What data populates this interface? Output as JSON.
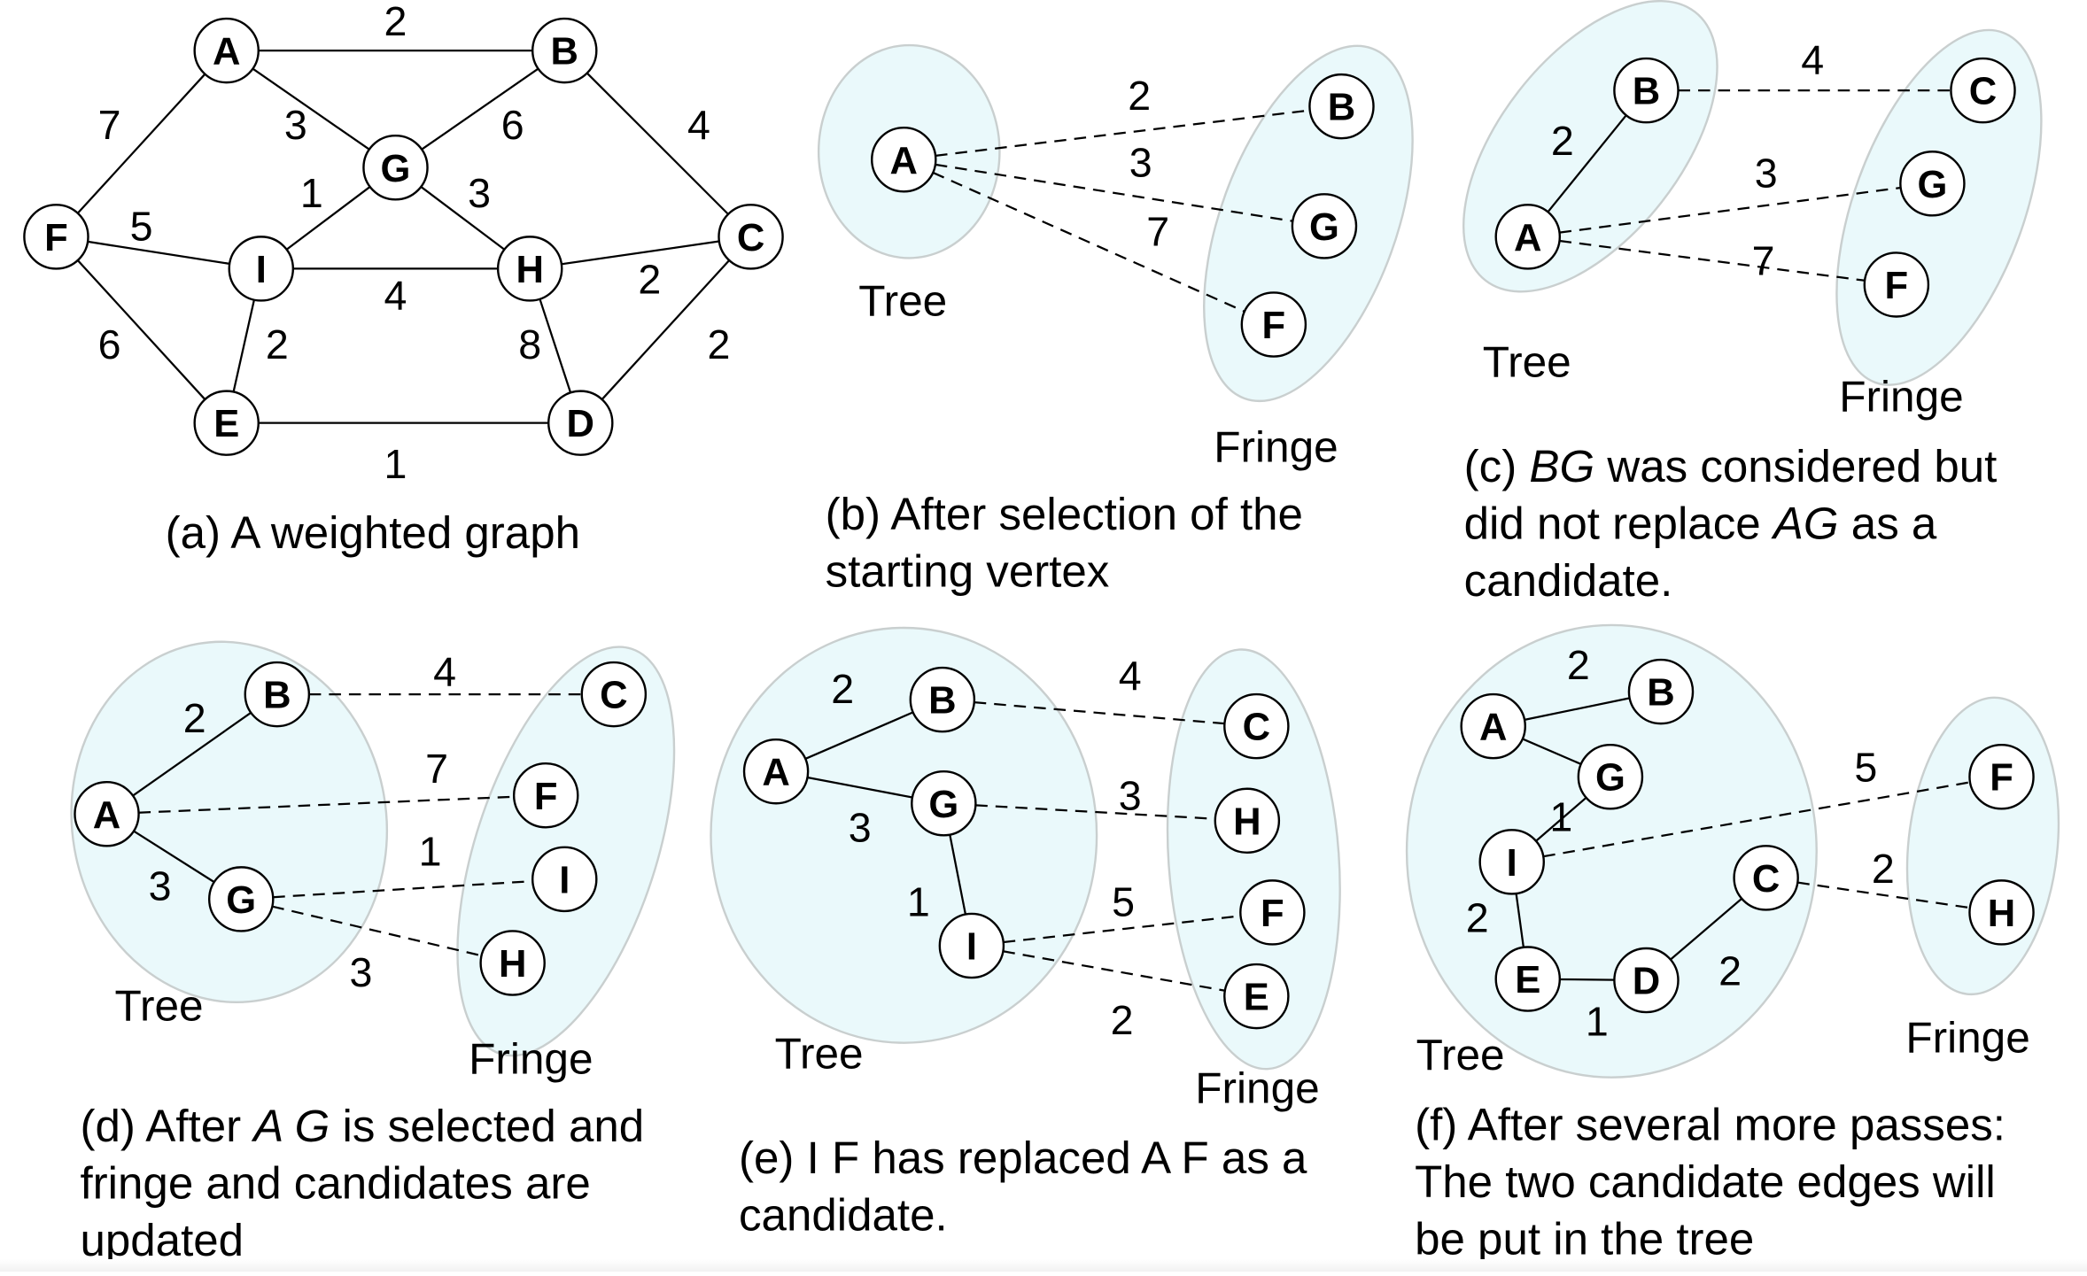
{
  "figure": {
    "panels": [
      {
        "id": "a",
        "caption": [
          "(a) A weighted graph"
        ],
        "nodes": [
          "A",
          "B",
          "G",
          "F",
          "I",
          "H",
          "C",
          "E",
          "D"
        ],
        "edges": [
          {
            "from": "A",
            "to": "B",
            "weight": "2",
            "kind": "graph"
          },
          {
            "from": "A",
            "to": "F",
            "weight": "7",
            "kind": "graph"
          },
          {
            "from": "A",
            "to": "G",
            "weight": "3",
            "kind": "graph"
          },
          {
            "from": "B",
            "to": "G",
            "weight": "6",
            "kind": "graph"
          },
          {
            "from": "B",
            "to": "C",
            "weight": "4",
            "kind": "graph"
          },
          {
            "from": "G",
            "to": "I",
            "weight": "1",
            "kind": "graph"
          },
          {
            "from": "G",
            "to": "H",
            "weight": "3",
            "kind": "graph"
          },
          {
            "from": "F",
            "to": "I",
            "weight": "5",
            "kind": "graph"
          },
          {
            "from": "I",
            "to": "H",
            "weight": "4",
            "kind": "graph"
          },
          {
            "from": "H",
            "to": "C",
            "weight": "2",
            "kind": "graph"
          },
          {
            "from": "F",
            "to": "E",
            "weight": "6",
            "kind": "graph"
          },
          {
            "from": "I",
            "to": "E",
            "weight": "2",
            "kind": "graph"
          },
          {
            "from": "H",
            "to": "D",
            "weight": "8",
            "kind": "graph"
          },
          {
            "from": "C",
            "to": "D",
            "weight": "2",
            "kind": "graph"
          },
          {
            "from": "E",
            "to": "D",
            "weight": "1",
            "kind": "graph"
          }
        ]
      },
      {
        "id": "b",
        "caption": [
          "(b) After selection of the",
          "starting vertex"
        ],
        "tree_label": "Tree",
        "fringe_label": "Fringe",
        "nodes": [
          "A",
          "B",
          "G",
          "F"
        ],
        "edges": [
          {
            "from": "A",
            "to": "B",
            "weight": "2",
            "kind": "candidate"
          },
          {
            "from": "A",
            "to": "G",
            "weight": "3",
            "kind": "candidate"
          },
          {
            "from": "A",
            "to": "F",
            "weight": "7",
            "kind": "candidate"
          }
        ]
      },
      {
        "id": "c",
        "caption": [
          "(c) |BG| was considered but",
          "did not replace |AG| as a",
          "candidate."
        ],
        "tree_label": "Tree",
        "fringe_label": "Fringe",
        "nodes": [
          "B",
          "A",
          "C",
          "G",
          "F"
        ],
        "edges": [
          {
            "from": "A",
            "to": "B",
            "weight": "2",
            "kind": "tree"
          },
          {
            "from": "B",
            "to": "C",
            "weight": "4",
            "kind": "candidate"
          },
          {
            "from": "A",
            "to": "G",
            "weight": "3",
            "kind": "candidate"
          },
          {
            "from": "A",
            "to": "F",
            "weight": "7",
            "kind": "candidate"
          }
        ]
      },
      {
        "id": "d",
        "caption": [
          "(d) After |A G| is selected and",
          "fringe and candidates are",
          "updated"
        ],
        "tree_label": "Tree",
        "fringe_label": "Fringe",
        "nodes": [
          "B",
          "A",
          "G",
          "C",
          "F",
          "I",
          "H"
        ],
        "edges": [
          {
            "from": "A",
            "to": "B",
            "weight": "2",
            "kind": "tree"
          },
          {
            "from": "A",
            "to": "G",
            "weight": "3",
            "kind": "tree"
          },
          {
            "from": "B",
            "to": "C",
            "weight": "4",
            "kind": "candidate"
          },
          {
            "from": "A",
            "to": "F",
            "weight": "7",
            "kind": "candidate"
          },
          {
            "from": "G",
            "to": "I",
            "weight": "1",
            "kind": "candidate"
          },
          {
            "from": "G",
            "to": "H",
            "weight": "3",
            "kind": "candidate"
          }
        ]
      },
      {
        "id": "e",
        "caption": [
          "(e) I F has replaced A F as a",
          " candidate."
        ],
        "tree_label": "Tree",
        "fringe_label": "Fringe",
        "nodes": [
          "A",
          "B",
          "G",
          "I",
          "C",
          "H",
          "F",
          "E"
        ],
        "edges": [
          {
            "from": "A",
            "to": "B",
            "weight": "2",
            "kind": "tree"
          },
          {
            "from": "A",
            "to": "G",
            "weight": "3",
            "kind": "tree"
          },
          {
            "from": "G",
            "to": "I",
            "weight": "1",
            "kind": "tree"
          },
          {
            "from": "B",
            "to": "C",
            "weight": "4",
            "kind": "candidate"
          },
          {
            "from": "G",
            "to": "H",
            "weight": "3",
            "kind": "candidate"
          },
          {
            "from": "I",
            "to": "F",
            "weight": "5",
            "kind": "candidate"
          },
          {
            "from": "I",
            "to": "E",
            "weight": "2",
            "kind": "candidate"
          }
        ]
      },
      {
        "id": "f",
        "caption": [
          "(f) After several more passes:",
          "The two candidate edges will",
          "be put in the tree"
        ],
        "tree_label": "Tree",
        "fringe_label": "Fringe",
        "nodes": [
          "A",
          "B",
          "G",
          "I",
          "C",
          "E",
          "D",
          "F",
          "H"
        ],
        "edges": [
          {
            "from": "A",
            "to": "B",
            "weight": "2",
            "kind": "tree"
          },
          {
            "from": "A",
            "to": "G",
            "weight": "",
            "kind": "tree"
          },
          {
            "from": "G",
            "to": "I",
            "weight": "1",
            "kind": "tree"
          },
          {
            "from": "I",
            "to": "E",
            "weight": "2",
            "kind": "tree"
          },
          {
            "from": "E",
            "to": "D",
            "weight": "1",
            "kind": "tree"
          },
          {
            "from": "D",
            "to": "C",
            "weight": "2",
            "kind": "tree"
          },
          {
            "from": "I",
            "to": "F",
            "weight": "5",
            "kind": "candidate"
          },
          {
            "from": "C",
            "to": "H",
            "weight": "2",
            "kind": "candidate"
          }
        ]
      }
    ]
  }
}
